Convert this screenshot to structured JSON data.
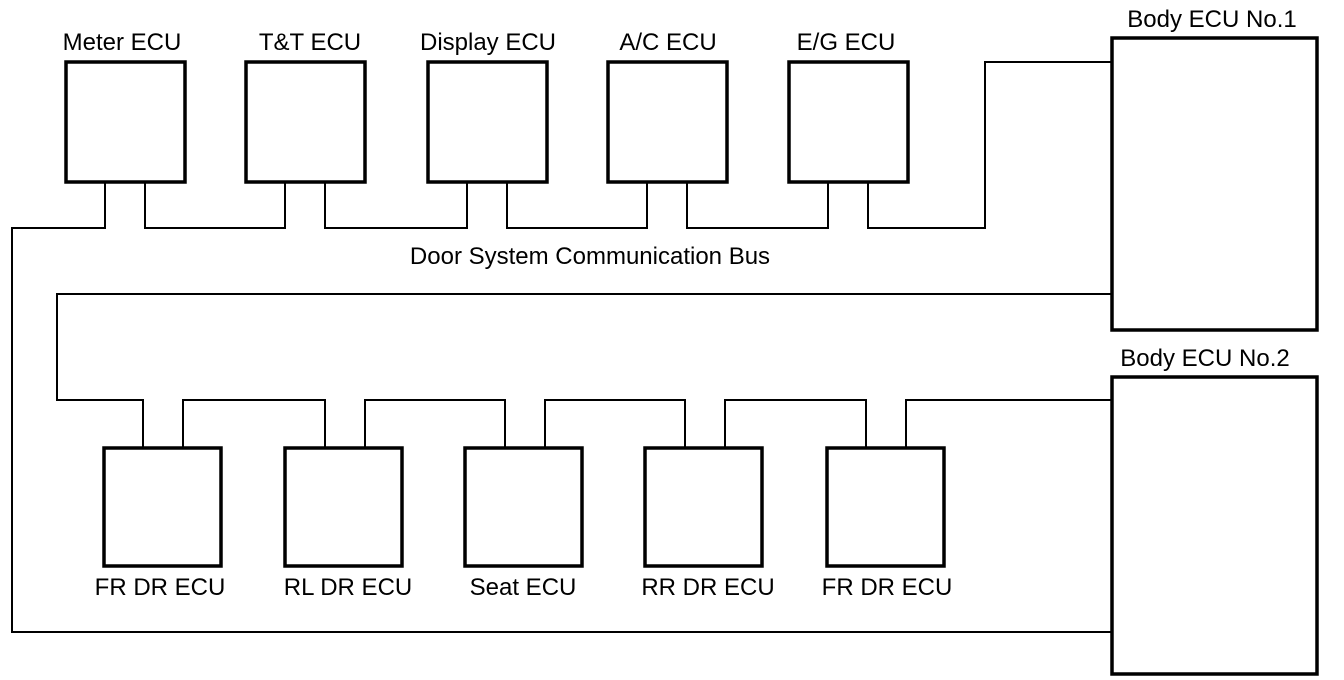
{
  "top_ecus": [
    {
      "label": "Meter ECU"
    },
    {
      "label": "T&T ECU"
    },
    {
      "label": "Display ECU"
    },
    {
      "label": "A/C ECU"
    },
    {
      "label": "E/G ECU"
    }
  ],
  "body_ecus": [
    {
      "label": "Body ECU No.1"
    },
    {
      "label": "Body ECU No.2"
    }
  ],
  "bottom_ecus": [
    {
      "label": "FR DR ECU"
    },
    {
      "label": "RL DR ECU"
    },
    {
      "label": "Seat ECU"
    },
    {
      "label": "RR DR ECU"
    },
    {
      "label": "FR DR ECU"
    }
  ],
  "bus_label": "Door System Communication Bus",
  "colors": {
    "line": "#000000",
    "background": "#ffffff"
  }
}
